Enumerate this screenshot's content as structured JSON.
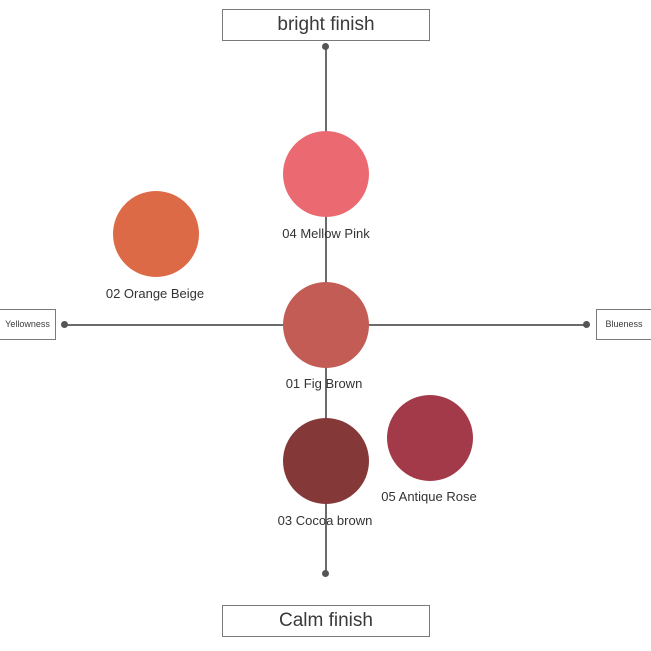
{
  "axes": {
    "top_label": "bright finish",
    "bottom_label": "Calm finish",
    "left_label": "Yellowness",
    "right_label": "Blueness"
  },
  "swatches": [
    {
      "label": "04 Mellow Pink",
      "color": "#eb6a72"
    },
    {
      "label": "02 Orange Beige",
      "color": "#dd6a46"
    },
    {
      "label": "01 Fig Brown",
      "color": "#c25c55"
    },
    {
      "label": "05 Antique Rose",
      "color": "#a33a4a"
    },
    {
      "label": "03 Cocoa brown",
      "color": "#843838"
    }
  ]
}
